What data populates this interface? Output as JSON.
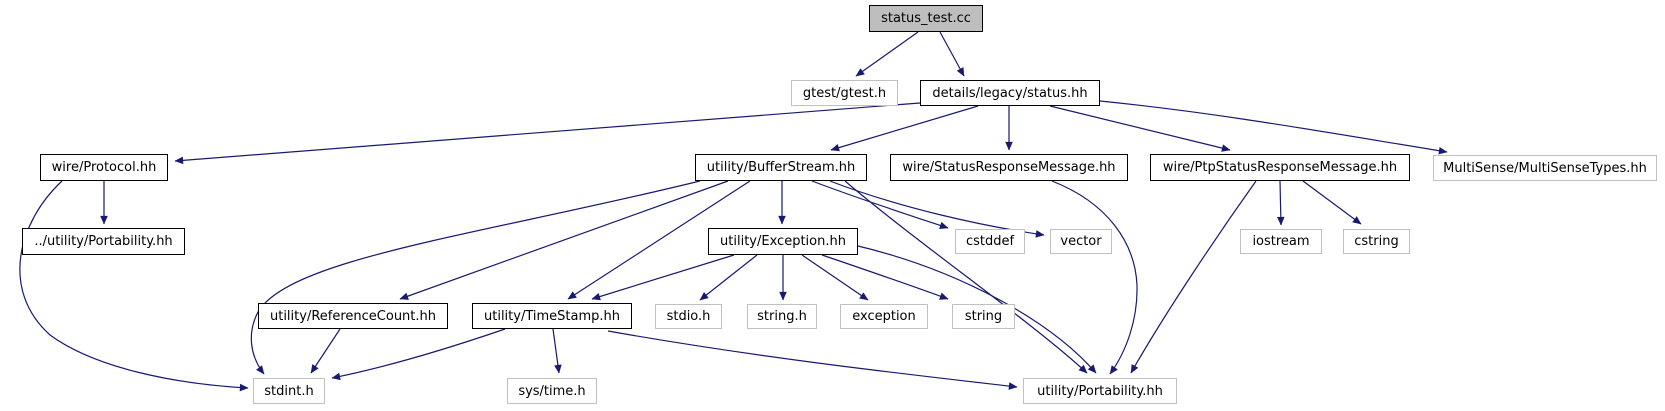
{
  "diagram_type": "include-dependency-graph",
  "colors": {
    "edge": "#191970",
    "border_internal": "#000000",
    "border_external": "#c0c0c0",
    "root_fill": "#bebebe",
    "node_fill": "#ffffff",
    "text": "#000000",
    "background": "#ffffff"
  },
  "nodes": [
    {
      "id": "status_test_cc",
      "label": "status_test.cc",
      "type": "root"
    },
    {
      "id": "gtest_gtest_h",
      "label": "gtest/gtest.h",
      "type": "external"
    },
    {
      "id": "details_legacy_status",
      "label": "details/legacy/status.hh",
      "type": "internal"
    },
    {
      "id": "wire_protocol",
      "label": "wire/Protocol.hh",
      "type": "internal"
    },
    {
      "id": "utility_bufferstream",
      "label": "utility/BufferStream.hh",
      "type": "internal"
    },
    {
      "id": "wire_statusresponse",
      "label": "wire/StatusResponseMessage.hh",
      "type": "internal"
    },
    {
      "id": "wire_ptpstatusresponse",
      "label": "wire/PtpStatusResponseMessage.hh",
      "type": "internal"
    },
    {
      "id": "multisense_types",
      "label": "MultiSense/MultiSenseTypes.hh",
      "type": "external"
    },
    {
      "id": "rel_utility_portability",
      "label": "../utility/Portability.hh",
      "type": "internal"
    },
    {
      "id": "utility_exception",
      "label": "utility/Exception.hh",
      "type": "internal"
    },
    {
      "id": "cstddef",
      "label": "cstddef",
      "type": "external"
    },
    {
      "id": "vector",
      "label": "vector",
      "type": "external"
    },
    {
      "id": "iostream",
      "label": "iostream",
      "type": "external"
    },
    {
      "id": "cstring",
      "label": "cstring",
      "type": "external"
    },
    {
      "id": "utility_referencecount",
      "label": "utility/ReferenceCount.hh",
      "type": "internal"
    },
    {
      "id": "utility_timestamp",
      "label": "utility/TimeStamp.hh",
      "type": "internal"
    },
    {
      "id": "stdio_h",
      "label": "stdio.h",
      "type": "external"
    },
    {
      "id": "string_h",
      "label": "string.h",
      "type": "external"
    },
    {
      "id": "exception",
      "label": "exception",
      "type": "external"
    },
    {
      "id": "string",
      "label": "string",
      "type": "external"
    },
    {
      "id": "stdint_h",
      "label": "stdint.h",
      "type": "external"
    },
    {
      "id": "sys_time_h",
      "label": "sys/time.h",
      "type": "external"
    },
    {
      "id": "utility_portability",
      "label": "utility/Portability.hh",
      "type": "external"
    }
  ],
  "edges": [
    {
      "from": "status_test.cc",
      "to": "gtest/gtest.h"
    },
    {
      "from": "status_test.cc",
      "to": "details/legacy/status.hh"
    },
    {
      "from": "details/legacy/status.hh",
      "to": "wire/Protocol.hh"
    },
    {
      "from": "details/legacy/status.hh",
      "to": "utility/BufferStream.hh"
    },
    {
      "from": "details/legacy/status.hh",
      "to": "wire/StatusResponseMessage.hh"
    },
    {
      "from": "details/legacy/status.hh",
      "to": "wire/PtpStatusResponseMessage.hh"
    },
    {
      "from": "details/legacy/status.hh",
      "to": "MultiSense/MultiSenseTypes.hh"
    },
    {
      "from": "wire/Protocol.hh",
      "to": "../utility/Portability.hh"
    },
    {
      "from": "wire/Protocol.hh",
      "to": "stdint.h"
    },
    {
      "from": "utility/BufferStream.hh",
      "to": "utility/Exception.hh"
    },
    {
      "from": "utility/BufferStream.hh",
      "to": "cstddef"
    },
    {
      "from": "utility/BufferStream.hh",
      "to": "vector"
    },
    {
      "from": "utility/BufferStream.hh",
      "to": "utility/ReferenceCount.hh"
    },
    {
      "from": "utility/BufferStream.hh",
      "to": "utility/TimeStamp.hh"
    },
    {
      "from": "utility/BufferStream.hh",
      "to": "stdint.h"
    },
    {
      "from": "utility/BufferStream.hh",
      "to": "utility/Portability.hh"
    },
    {
      "from": "wire/StatusResponseMessage.hh",
      "to": "utility/Portability.hh"
    },
    {
      "from": "wire/PtpStatusResponseMessage.hh",
      "to": "iostream"
    },
    {
      "from": "wire/PtpStatusResponseMessage.hh",
      "to": "cstring"
    },
    {
      "from": "wire/PtpStatusResponseMessage.hh",
      "to": "utility/Portability.hh"
    },
    {
      "from": "utility/Exception.hh",
      "to": "utility/TimeStamp.hh"
    },
    {
      "from": "utility/Exception.hh",
      "to": "stdio.h"
    },
    {
      "from": "utility/Exception.hh",
      "to": "string.h"
    },
    {
      "from": "utility/Exception.hh",
      "to": "exception"
    },
    {
      "from": "utility/Exception.hh",
      "to": "string"
    },
    {
      "from": "utility/Exception.hh",
      "to": "utility/Portability.hh"
    },
    {
      "from": "utility/ReferenceCount.hh",
      "to": "stdint.h"
    },
    {
      "from": "utility/TimeStamp.hh",
      "to": "sys/time.h"
    },
    {
      "from": "utility/TimeStamp.hh",
      "to": "stdint.h"
    },
    {
      "from": "utility/TimeStamp.hh",
      "to": "utility/Portability.hh"
    }
  ]
}
